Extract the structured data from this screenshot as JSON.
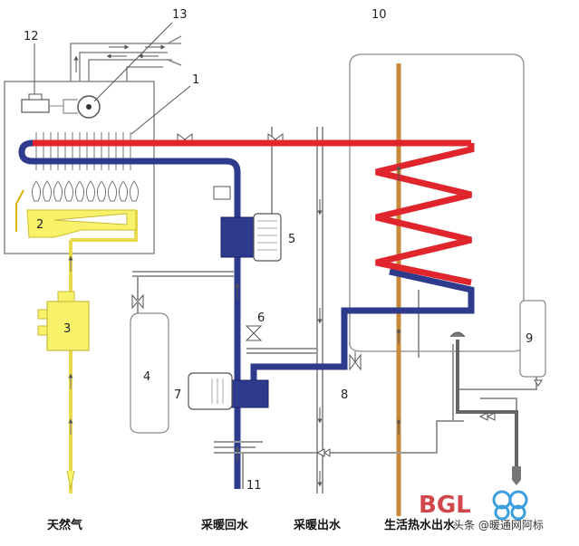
{
  "labels": {
    "n1": "1",
    "n2": "2",
    "n3": "3",
    "n4": "4",
    "n5": "5",
    "n6": "6",
    "n7": "7",
    "n8": "8",
    "n9": "9",
    "n10": "10",
    "n11": "11",
    "n12": "12",
    "n13": "13"
  },
  "captions": {
    "gas": "天然气",
    "heating_return": "采暖回水",
    "heating_supply": "采暖出水",
    "dhw": "生活热水出水"
  },
  "watermark": {
    "logo": "BGL",
    "text": "头条 @暖通网阿标"
  },
  "colors": {
    "hot": "#e0262c",
    "cold": "#2e3a8c",
    "gas": "#f5f063",
    "line": "#9a9a9a",
    "copper": "#c88a3a"
  }
}
